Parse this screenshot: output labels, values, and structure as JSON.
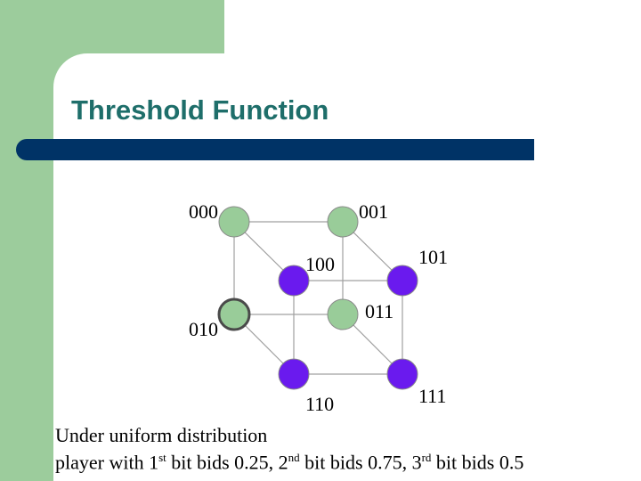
{
  "slide": {
    "title": "Threshold Function"
  },
  "diagram": {
    "nodes": [
      {
        "id": "000",
        "label": "000",
        "color": "#99cc99"
      },
      {
        "id": "001",
        "label": "001",
        "color": "#99cc99"
      },
      {
        "id": "100",
        "label": "100",
        "color": "#6a1aee"
      },
      {
        "id": "101",
        "label": "101",
        "color": "#6a1aee"
      },
      {
        "id": "010",
        "label": "010",
        "color": "#99cc99",
        "outlined": true
      },
      {
        "id": "011",
        "label": "011",
        "color": "#99cc99"
      },
      {
        "id": "110",
        "label": "110",
        "color": "#6a1aee"
      },
      {
        "id": "111",
        "label": "111",
        "color": "#6a1aee"
      }
    ],
    "edges": [
      [
        "000",
        "001"
      ],
      [
        "000",
        "100"
      ],
      [
        "000",
        "010"
      ],
      [
        "001",
        "101"
      ],
      [
        "001",
        "011"
      ],
      [
        "100",
        "101"
      ],
      [
        "100",
        "110"
      ],
      [
        "101",
        "111"
      ],
      [
        "010",
        "011"
      ],
      [
        "010",
        "110"
      ],
      [
        "011",
        "111"
      ],
      [
        "110",
        "111"
      ]
    ]
  },
  "caption": {
    "line1": "Under uniform distribution",
    "line2_a": "player with 1",
    "line2_sup1": "st",
    "line2_b": " bit bids 0.25, 2",
    "line2_sup2": "nd",
    "line2_c": " bit bids 0.75, 3",
    "line2_sup3": "rd",
    "line2_d": " bit bids 0.5"
  }
}
